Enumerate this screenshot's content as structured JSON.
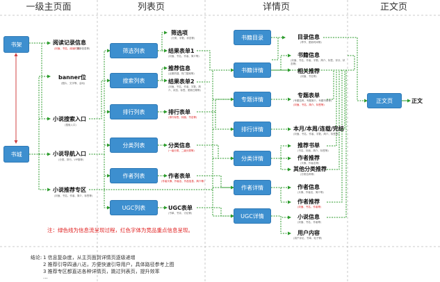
{
  "headers": [
    "一级主页面",
    "列表页",
    "详情页",
    "正文页"
  ],
  "col1": {
    "bookshelf": "书架",
    "bookcity": "书城",
    "read_record": {
      "title": "阅读记录信息",
      "sub_red": "(封面、书名、阅读时间",
      "sub": "、更新信息等)"
    },
    "banner": {
      "title": "banner位",
      "sub": "(图片、文字等、活动)"
    },
    "search_entry": {
      "title": "小说搜索入口",
      "sub": "(搜索入口)"
    },
    "nav_entry": {
      "title": "小说导航入口",
      "sub": "(分类、排行、VIP推荐)"
    },
    "rec_zone": {
      "title": "小说推荐专区",
      "sub": "(封面、书名、作者、简介、标签等)"
    }
  },
  "col2": {
    "filter_list": "筛选列表",
    "search_list": "搜索列表",
    "rank_list": "排行列表",
    "category_list": "分类列表",
    "author_list": "作者列表",
    "ugc_list": "UGC列表",
    "filter_item": {
      "title": "筛选项",
      "sub": "(分类、字数、状态等)"
    },
    "result1": {
      "title": "结果表单1",
      "sub": "(封面、书名、作者、简介等)"
    },
    "rec_info": {
      "title": "推荐信息",
      "sub": "(近期热搜、热门搜索等)"
    },
    "result2": {
      "title": "结果表单2",
      "sub": "(封面、书名、作者、字数、简介、状态、标签、更新日期等)"
    },
    "rank_form": {
      "title": "排行表单",
      "sub_red": "(排行标签、封面、书名等)"
    },
    "cat_info": {
      "title": "分类信息",
      "sub_red": "(一级分类、二级分类等)"
    },
    "author_form": {
      "title": "作者表单",
      "sub_red": "(作者头像、作者名、作品信息、简介等)"
    },
    "ugc_form": {
      "title": "UGC表单",
      "sub": "(书单、书评、讨论等)"
    }
  },
  "col3": {
    "catalog": "书籍目录",
    "book_detail": "书籍详情",
    "topic_detail": "专题详情",
    "rank_detail": "排行详情",
    "category_detail": "分类详情",
    "author_detail": "作者详情",
    "ugc_detail": "UGC详情",
    "catalog_info": {
      "title": "目录信息",
      "sub": "(章节、更新时间等)"
    },
    "book_info": {
      "title": "书籍信息",
      "sub": "(封面、书名、作者、字数、简介、标签、评分、状态等)"
    },
    "related_rec": {
      "title": "相关推荐",
      "sub": "(封面、书名等)"
    },
    "topic_form": {
      "title": "专题表单",
      "sub": "(专题名称、专题简介、专题书单等)",
      "sub_red": "(封面、书名、简介、标签等)"
    },
    "period_rank": {
      "title": "本月/本周/连载/完结",
      "sub": "(封面、书名、作者、字数、简介、标签等)"
    },
    "rec_books": {
      "title": "推荐书单",
      "sub": "(书名、封面、简介、标签等)"
    },
    "author_rec": {
      "title": "作者推荐",
      "sub": "(头像、作者名等)"
    },
    "other_cat_rec": {
      "title": "其他分类推荐",
      "sub": "(分类名称等)"
    },
    "author_info": {
      "title": "作者信息",
      "sub": "(头像、作者名、简介等)"
    },
    "author_works": {
      "title": "作者推荐",
      "sub_red": "(封面、书名、作者等)"
    },
    "novel_info": {
      "title": "小说信息",
      "sub": "(封面、书名、作者等)"
    },
    "user_content": {
      "title": "用户内容",
      "sub": "(用户评论、书单、帖子等)"
    }
  },
  "col4": {
    "text_page": "正文页",
    "text_label": "正文"
  },
  "note": "注：绿色线为信息流呈现过程，红色字体为竞品重点信息呈现。",
  "conclusion": {
    "label": "结论:",
    "items": [
      "1 信息复杂度，从主页面到详情页逐级递增",
      "2 推荐引导四通八达，方便快速引导用户，具体路径参考上图",
      "3 推荐专区都直达各种详情页，跳过列表页，提升效率",
      "..."
    ]
  },
  "colors": {
    "box": "#3d8fcf",
    "flow": "#2a9a2a",
    "red": "#e02020",
    "divider": "#bbbbbb"
  }
}
